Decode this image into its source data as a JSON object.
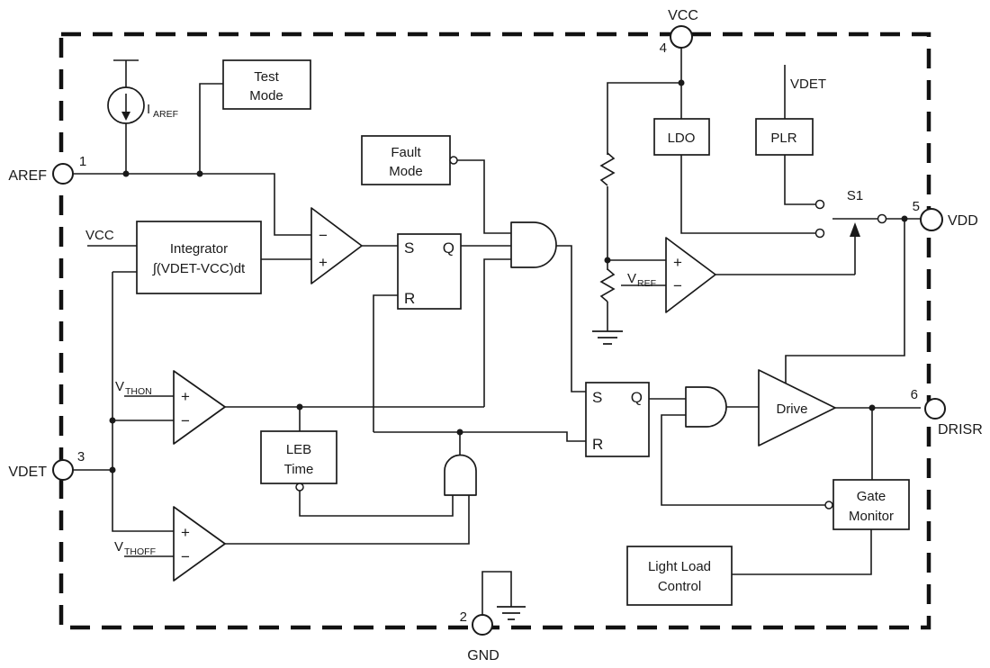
{
  "pins": {
    "aref": {
      "num": "1",
      "label": "AREF"
    },
    "gnd": {
      "num": "2",
      "label": "GND"
    },
    "vdet": {
      "num": "3",
      "label": "VDET"
    },
    "vcc": {
      "num": "4",
      "label": "VCC"
    },
    "vdd": {
      "num": "5",
      "label": "VDD"
    },
    "drisr": {
      "num": "6",
      "label": "DRISR"
    }
  },
  "blocks": {
    "test_mode": {
      "l1": "Test",
      "l2": "Mode"
    },
    "fault_mode": {
      "l1": "Fault",
      "l2": "Mode"
    },
    "integrator": {
      "l1": "Integrator",
      "l2": "∫(VDET-VCC)dt"
    },
    "ldo": {
      "l1": "LDO"
    },
    "plr": {
      "l1": "PLR"
    },
    "leb_time": {
      "l1": "LEB",
      "l2": "Time"
    },
    "gate_monitor": {
      "l1": "Gate",
      "l2": "Monitor"
    },
    "light_load_control": {
      "l1": "Light Load",
      "l2": "Control"
    },
    "drive": {
      "l1": "Drive"
    }
  },
  "latch": {
    "s": "S",
    "q": "Q",
    "r": "R"
  },
  "signals": {
    "iaref": {
      "base": "I",
      "sub": "AREF"
    },
    "vthon": {
      "base": "V",
      "sub": "THON"
    },
    "vthoff": {
      "base": "V",
      "sub": "THOFF"
    },
    "vref": {
      "base": "V",
      "sub": "REF"
    },
    "vcc_in": "VCC",
    "vdet_in": "VDET",
    "s1": "S1"
  },
  "symbols": {
    "plus": "+",
    "minus": "−"
  },
  "colors": {
    "line": "#1a1a1a",
    "background": "#ffffff"
  }
}
